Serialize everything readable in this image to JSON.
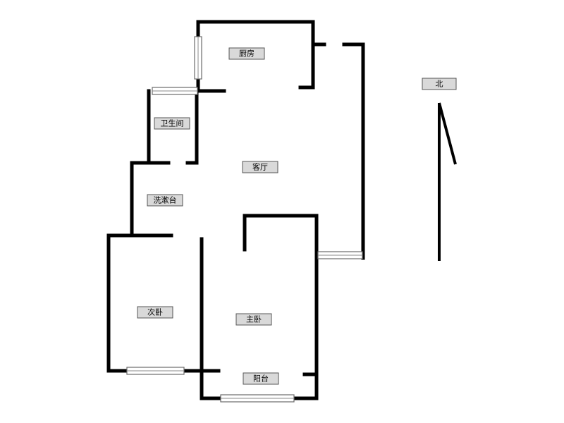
{
  "rooms": {
    "kitchen": "厨房",
    "bathroom": "卫生间",
    "living_room": "客厅",
    "washbasin": "洗漱台",
    "second_bedroom": "次卧",
    "master_bedroom": "主卧",
    "balcony": "阳台"
  },
  "compass": {
    "north_label": "北"
  }
}
